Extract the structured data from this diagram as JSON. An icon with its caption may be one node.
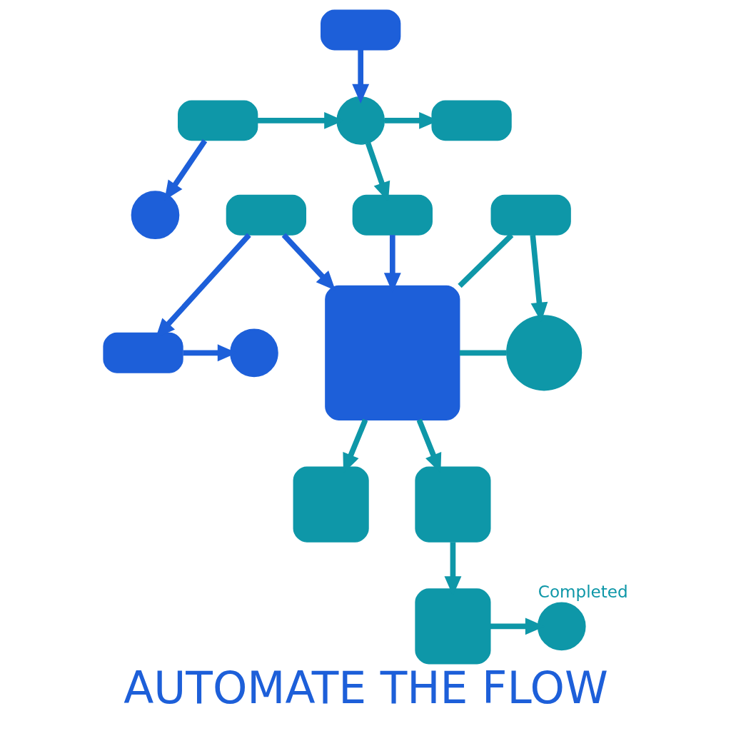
{
  "diagram": {
    "title": "AUTOMATE THE FLOW",
    "nodes": [
      {
        "text": [],
        "shape": "box"
      },
      {
        "text": [],
        "shape": "box"
      },
      {
        "text": [],
        "shape": "circle"
      },
      {
        "text": [],
        "shape": "box"
      },
      {
        "text": [],
        "shape": "circle"
      },
      {
        "text": [],
        "shape": "box"
      },
      {
        "text": [],
        "shape": "box"
      },
      {
        "text": [],
        "shape": "box"
      },
      {
        "text": [],
        "shape": "circle"
      },
      {
        "text": [],
        "shape": "box"
      },
      {
        "text": [],
        "shape": "box"
      },
      {
        "text": [],
        "shape": "circle"
      },
      {
        "text": [],
        "shape": "box"
      },
      {
        "text": [],
        "shape": "box"
      },
      {
        "text": [],
        "shape": "box"
      },
      {
        "text": [],
        "shape": "circle",
        "beside": [
          "Completed"
        ]
      }
    ],
    "edges": [
      {
        "from": 0,
        "to": 2,
        "arrow": "to",
        "color": "#1d5fd9"
      },
      {
        "from": 1,
        "to": 2,
        "arrow": "to"
      },
      {
        "from": 2,
        "to": 3,
        "arrow": "to"
      },
      {
        "from": 1,
        "to": 4,
        "arrow": "to",
        "color": "#1d5fd9"
      },
      {
        "from": 2,
        "to": 5,
        "arrow": "to"
      },
      {
        "from": 5,
        "to": 9,
        "arrow": "to",
        "color": "#1d5fd9"
      },
      {
        "from": 6,
        "to": 9,
        "arrow": "to",
        "color": "#1d5fd9"
      },
      {
        "from": 6,
        "to": 7,
        "arrow": "to",
        "color": "#1d5fd9"
      },
      {
        "from": 7,
        "to": 8,
        "arrow": "to",
        "color": "#1d5fd9"
      },
      {
        "from": 10,
        "to": 9,
        "arrow": "none"
      },
      {
        "from": 10,
        "to": 11,
        "arrow": "to"
      },
      {
        "from": 9,
        "to": 11,
        "arrow": "none"
      },
      {
        "from": 9,
        "to": 12,
        "arrow": "to"
      },
      {
        "from": 9,
        "to": 13,
        "arrow": "to"
      },
      {
        "from": 13,
        "to": 14,
        "arrow": "to"
      },
      {
        "from": 14,
        "to": 15,
        "arrow": "to"
      }
    ]
  }
}
